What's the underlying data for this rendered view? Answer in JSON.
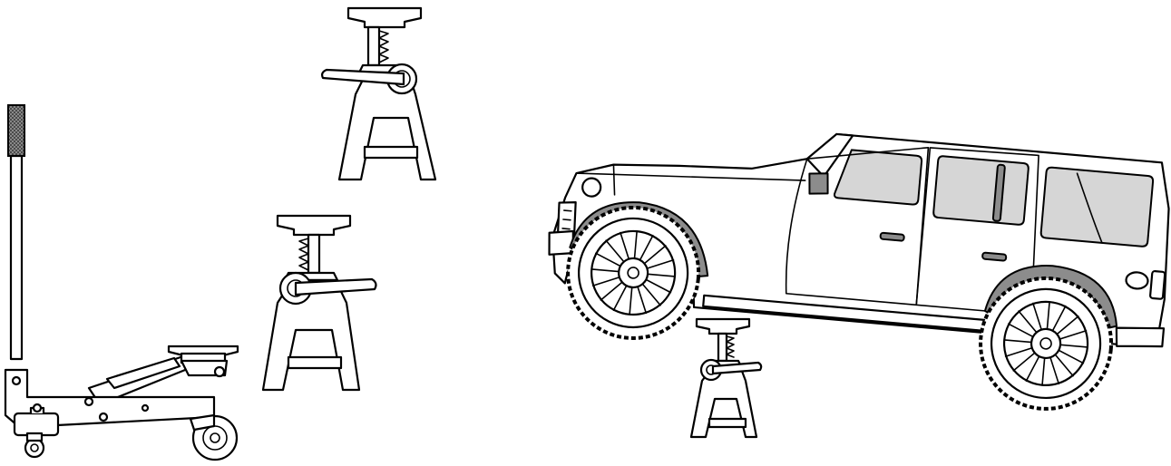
{
  "scene": {
    "background": "#ffffff",
    "line_color": "#000000",
    "glass_color": "#d6d6d6",
    "fender_color": "#8c8c8c",
    "grip_color": "#7a7a7a"
  },
  "objects": [
    {
      "name": "floor-jack",
      "kind": "hydraulic floor jack with long handle"
    },
    {
      "name": "jack-stand",
      "kind": "ratchet jack stand (upper, left-facing handle)"
    },
    {
      "name": "jack-stand",
      "kind": "ratchet jack stand (middle, right-facing handle)"
    },
    {
      "name": "off-road-vehicle",
      "kind": "four-door SUV, front lifted"
    },
    {
      "name": "jack-stand",
      "kind": "jack stand supporting vehicle frame"
    }
  ]
}
